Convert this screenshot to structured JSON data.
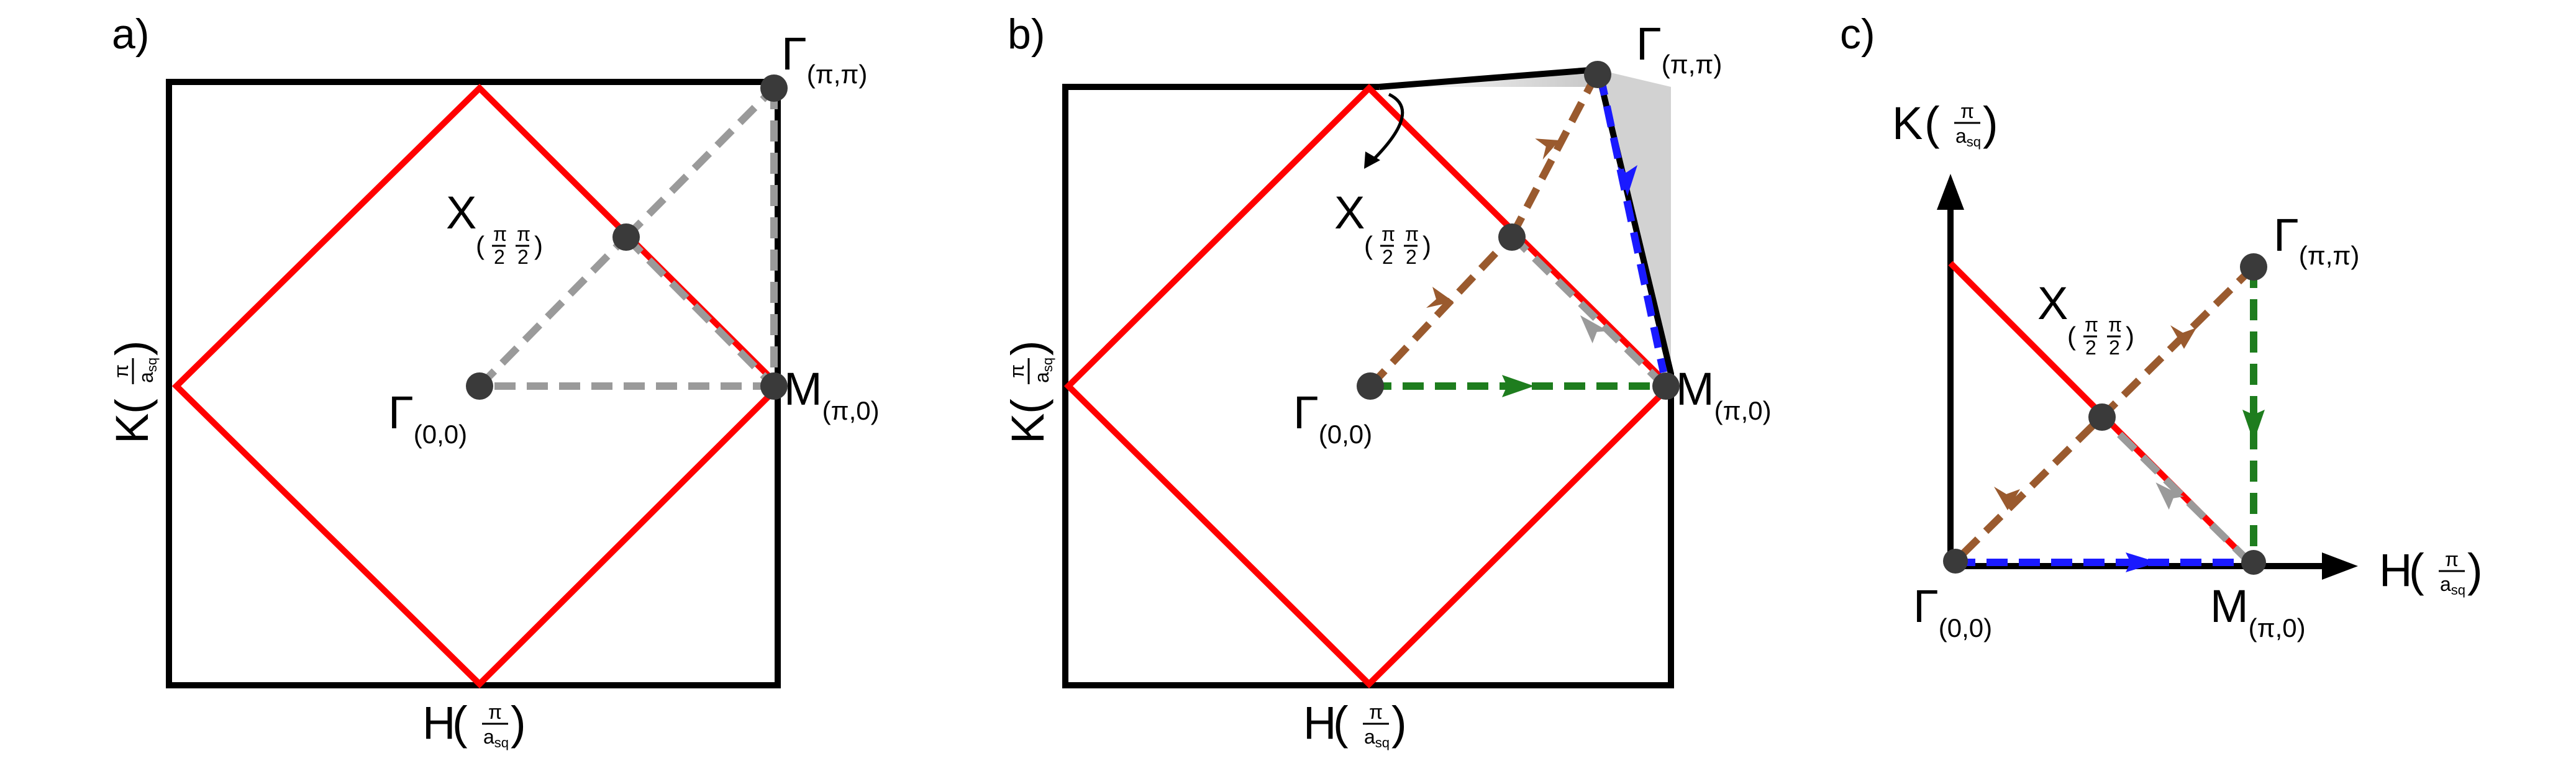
{
  "panels": {
    "a": {
      "letter": "a)",
      "x_axis": {
        "main": "H",
        "open": "(",
        "num": "π",
        "den": "a",
        "den_sub": "sq",
        "close": ")"
      },
      "y_axis": {
        "main": "K",
        "open": "(",
        "num": "π",
        "den": "a",
        "den_sub": "sq",
        "close": ")"
      },
      "points": {
        "gamma0": {
          "symbol": "Γ",
          "sub": "(0,0)"
        },
        "X": {
          "symbol": "X",
          "open": "(",
          "frac": "π",
          "den": "2",
          "close": ")"
        },
        "M": {
          "symbol": "M",
          "sub": "(π,0)"
        },
        "gammaPi": {
          "symbol": "Γ",
          "sub": "(π,π)"
        }
      }
    },
    "b": {
      "letter": "b)",
      "x_axis": {
        "main": "H",
        "open": "(",
        "num": "π",
        "den": "a",
        "den_sub": "sq",
        "close": ")"
      },
      "y_axis": {
        "main": "K",
        "open": "(",
        "num": "π",
        "den": "a",
        "den_sub": "sq",
        "close": ")"
      },
      "points": {
        "gamma0": {
          "symbol": "Γ",
          "sub": "(0,0)"
        },
        "X": {
          "symbol": "X",
          "open": "(",
          "frac": "π",
          "den": "2",
          "close": ")"
        },
        "M": {
          "symbol": "M",
          "sub": "(π,0)"
        },
        "gammaPi": {
          "symbol": "Γ",
          "sub": "(π,π)"
        }
      }
    },
    "c": {
      "letter": "c)",
      "x_axis": {
        "main": "H",
        "open": "(",
        "num": "π",
        "den": "a",
        "den_sub": "sq",
        "close": ")"
      },
      "y_axis": {
        "main": "K",
        "open": "(",
        "num": "π",
        "den": "a",
        "den_sub": "sq",
        "close": ")"
      },
      "points": {
        "gamma0": {
          "symbol": "Γ",
          "sub": "(0,0)"
        },
        "X": {
          "symbol": "X",
          "open": "(",
          "frac": "π",
          "den": "2",
          "close": ")"
        },
        "M": {
          "symbol": "M",
          "sub": "(π,0)"
        },
        "gammaPi": {
          "symbol": "Γ",
          "sub": "(π,π)"
        }
      }
    }
  },
  "colors": {
    "zone_border": "#ff0000",
    "frame": "#000000",
    "path_gray": "#9a9a9a",
    "path_green": "#1e7d1e",
    "path_blue": "#1a1aff",
    "path_brown": "#9a5a2e",
    "point": "#3a3a3a"
  }
}
